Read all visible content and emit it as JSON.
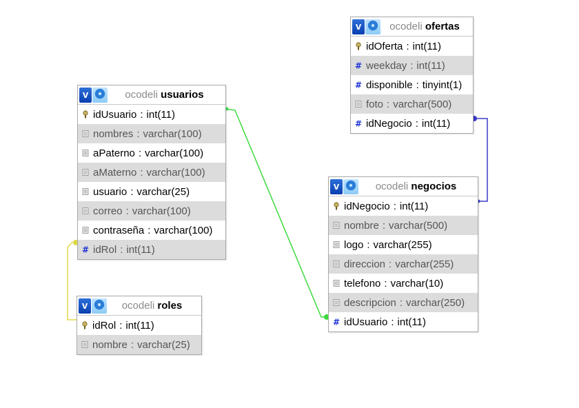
{
  "tables": {
    "usuarios": {
      "db": "ocodeli",
      "name": "usuarios",
      "columns": [
        {
          "name": "idUsuario",
          "type": "int(11)",
          "icon": "key-icon"
        },
        {
          "name": "nombres",
          "type": "varchar(100)",
          "icon": "text-column-icon"
        },
        {
          "name": "aPaterno",
          "type": "varchar(100)",
          "icon": "text-column-icon"
        },
        {
          "name": "aMaterno",
          "type": "varchar(100)",
          "icon": "text-column-icon"
        },
        {
          "name": "usuario",
          "type": "varchar(25)",
          "icon": "text-column-icon"
        },
        {
          "name": "correo",
          "type": "varchar(100)",
          "icon": "text-column-icon"
        },
        {
          "name": "contraseña",
          "type": "varchar(100)",
          "icon": "text-column-icon"
        },
        {
          "name": "idRol",
          "type": "int(11)",
          "icon": "numeric-column-icon"
        }
      ]
    },
    "roles": {
      "db": "ocodeli",
      "name": "roles",
      "columns": [
        {
          "name": "idRol",
          "type": "int(11)",
          "icon": "key-icon"
        },
        {
          "name": "nombre",
          "type": "varchar(25)",
          "icon": "text-column-icon"
        }
      ]
    },
    "ofertas": {
      "db": "ocodeli",
      "name": "ofertas",
      "columns": [
        {
          "name": "idOferta",
          "type": "int(11)",
          "icon": "key-icon"
        },
        {
          "name": "weekday",
          "type": "int(11)",
          "icon": "numeric-column-icon"
        },
        {
          "name": "disponible",
          "type": "tinyint(1)",
          "icon": "numeric-column-icon"
        },
        {
          "name": "foto",
          "type": "varchar(500)",
          "icon": "text-column-icon"
        },
        {
          "name": "idNegocio",
          "type": "int(11)",
          "icon": "numeric-column-icon"
        }
      ]
    },
    "negocios": {
      "db": "ocodeli",
      "name": "negocios",
      "columns": [
        {
          "name": "idNegocio",
          "type": "int(11)",
          "icon": "key-icon"
        },
        {
          "name": "nombre",
          "type": "varchar(500)",
          "icon": "text-column-icon"
        },
        {
          "name": "logo",
          "type": "varchar(255)",
          "icon": "text-column-icon"
        },
        {
          "name": "direccion",
          "type": "varchar(255)",
          "icon": "text-column-icon"
        },
        {
          "name": "telefono",
          "type": "varchar(10)",
          "icon": "text-column-icon"
        },
        {
          "name": "descripcion",
          "type": "varchar(250)",
          "icon": "text-column-icon"
        },
        {
          "name": "idUsuario",
          "type": "int(11)",
          "icon": "numeric-column-icon"
        }
      ]
    }
  },
  "header_buttons": {
    "toggle_label": "v",
    "toggle_icon": "toggle-columns-icon",
    "options_icon": "gear-icon"
  },
  "colors": {
    "toggle_button": "#1f5fd0",
    "options_button": "#9fd4fb",
    "row_alt": "#dcdcdc",
    "relation_usuario_negocio": "#3fd93f",
    "relation_rol_usuario": "#e0d848",
    "relation_negocio_oferta": "#3a3ac8"
  }
}
